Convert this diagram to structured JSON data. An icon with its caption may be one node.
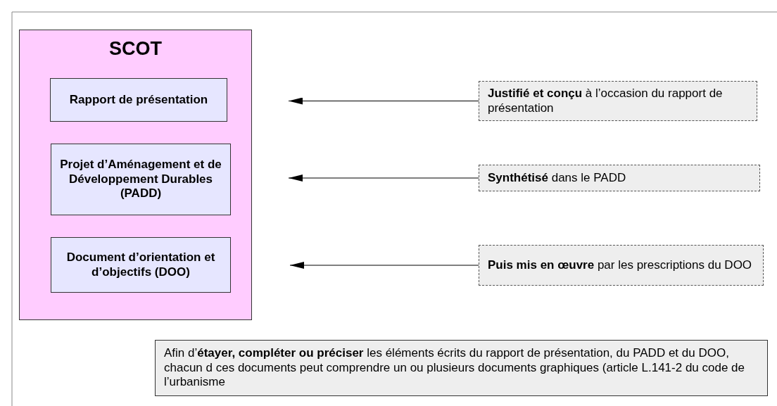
{
  "diagram": {
    "nodes": [
      {
        "text": [
          "SCOT"
        ]
      },
      {
        "text": [
          "Rapport de présentation"
        ],
        "in": 0
      },
      {
        "text": [
          "Projet d’Aménagement et de Développement Durables (PADD)"
        ],
        "in": 0
      },
      {
        "text": [
          "Document d’orientation et d’objectifs (DOO)"
        ],
        "in": 0
      },
      {
        "text": [
          "**Justifié et conçu** à l’occasion du rapport de présentation"
        ]
      },
      {
        "text": [
          "**Synthétisé** dans le PADD"
        ]
      },
      {
        "text": [
          "**Puis mis en œuvre** par les prescriptions du DOO"
        ]
      },
      {
        "text": [
          "Afin d’**étayer, compléter ou préciser** les éléments écrits du rapport de présentation, du PADD et du DOO, chacun d ces documents peut comprendre un ou plusieurs documents graphiques (article L.141-2 du code de l’urbanisme"
        ]
      }
    ],
    "edges": [
      {
        "from": 4,
        "to": null,
        "arrow": "to"
      },
      {
        "from": 5,
        "to": null,
        "arrow": "to"
      },
      {
        "from": 6,
        "to": null,
        "arrow": "to"
      }
    ]
  }
}
